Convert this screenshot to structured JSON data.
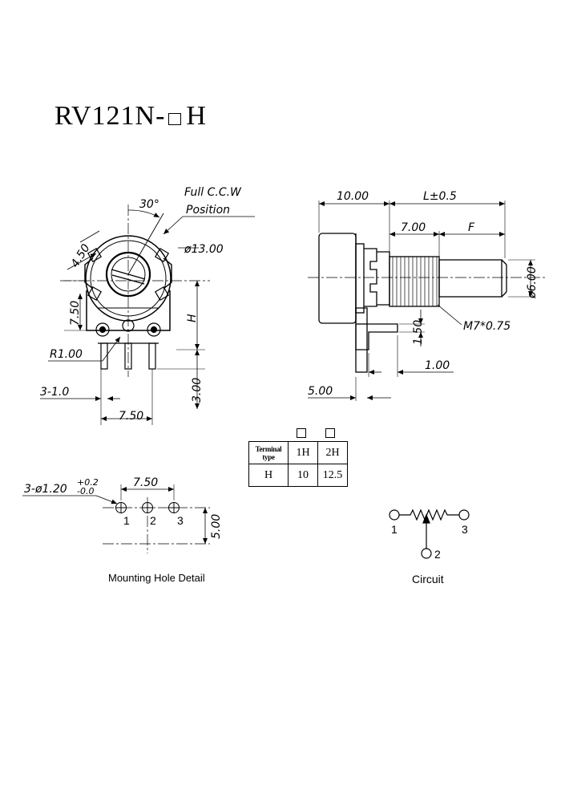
{
  "title": {
    "prefix": "RV121N-",
    "suffix": "H"
  },
  "front_view": {
    "angle": "30°",
    "ccw_label_1": "Full C.C.W",
    "ccw_label_2": "Position",
    "dim_diameter": "ø13.00",
    "dim_450": "4.50",
    "dim_750_v": "7.50",
    "dim_h": "H",
    "dim_r": "R1.00",
    "dim_pins": "3-1.0",
    "dim_300": "3.00",
    "dim_750_h": "7.50"
  },
  "side_view": {
    "dim_1000": "10.00",
    "dim_l": "L±0.5",
    "dim_700": "7.00",
    "dim_f": "F",
    "dim_600": "ø6.00",
    "dim_thread": "M7*0.75",
    "dim_150": "1.50",
    "dim_100": "1.00",
    "dim_500": "5.00"
  },
  "terminal_table": {
    "header": "Terminal type",
    "col1": "1H",
    "col2": "2H",
    "row_label": "H",
    "val1": "10",
    "val2": "12.5"
  },
  "mounting": {
    "holes_label": "3-ø1.20",
    "tol_plus": "+0.2",
    "tol_minus": "-0.0",
    "pitch": "7.50",
    "row": "5.00",
    "pin1": "1",
    "pin2": "2",
    "pin3": "3",
    "caption": "Mounting Hole Detail"
  },
  "circuit": {
    "pin1": "1",
    "pin2": "2",
    "pin3": "3",
    "caption": "Circuit"
  }
}
